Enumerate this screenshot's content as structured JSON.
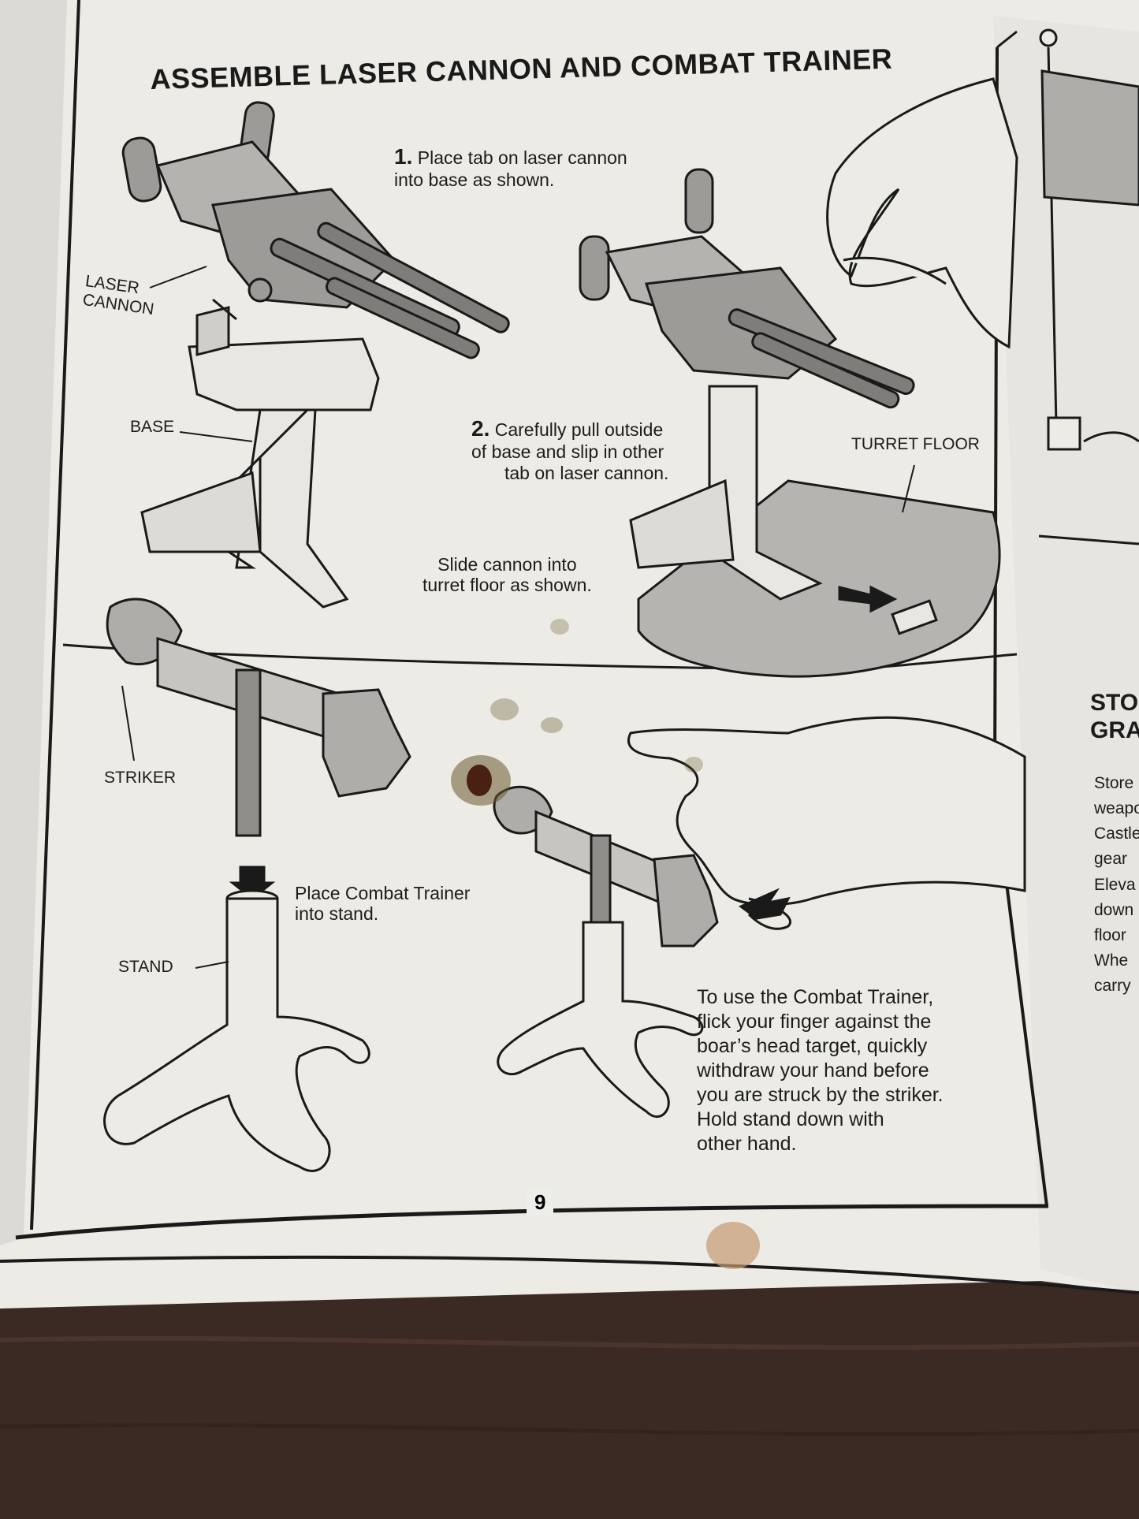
{
  "title": "ASSEMBLE LASER CANNON AND COMBAT TRAINER",
  "step1": {
    "num": "1.",
    "line1": "Place tab on laser cannon",
    "line2": "into base as shown."
  },
  "step2": {
    "num": "2.",
    "line1": "Carefully pull outside",
    "line2": "of base and slip in other",
    "line3": "tab on laser cannon."
  },
  "slide": {
    "line1": "Slide cannon into",
    "line2": "turret floor as shown."
  },
  "labels": {
    "laser_cannon_1": "LASER",
    "laser_cannon_2": "CANNON",
    "base": "BASE",
    "turret_floor": "TURRET FLOOR",
    "striker": "STRIKER",
    "stand": "STAND"
  },
  "place_trainer": {
    "line1": "Place Combat Trainer",
    "line2": "into stand."
  },
  "use_trainer": [
    "To use the Combat Trainer,",
    "flick your finger against the",
    "boar’s head target, quickly",
    "withdraw your hand before",
    "you are struck by the striker.",
    "Hold stand down with",
    "other hand."
  ],
  "page_number": "9",
  "next_page": {
    "heading_1": "STO",
    "heading_2": "GRA",
    "lines": [
      "Store",
      "weapo",
      "Castle",
      "gear",
      "Eleva",
      "down",
      "floor",
      "Whe",
      "carry"
    ]
  }
}
